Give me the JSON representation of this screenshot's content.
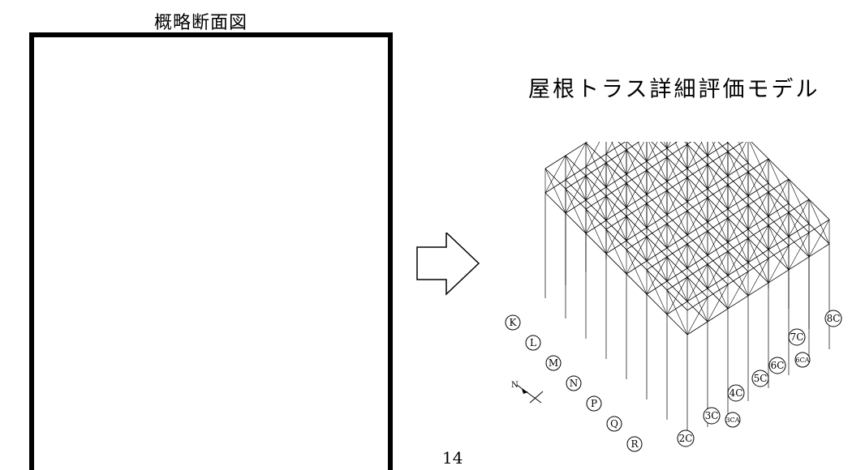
{
  "left_panel": {
    "title": "概略断面図"
  },
  "right_panel": {
    "title": "屋根トラス詳細評価モデル"
  },
  "page_number": "14",
  "axis_labels": {
    "rows": [
      "K",
      "L",
      "M",
      "N",
      "P",
      "Q",
      "R"
    ],
    "columns": [
      "2C",
      "3C",
      "3CA",
      "4C",
      "5C",
      "6C",
      "6CA",
      "7C",
      "8C"
    ]
  },
  "compass": {
    "north": "N"
  }
}
